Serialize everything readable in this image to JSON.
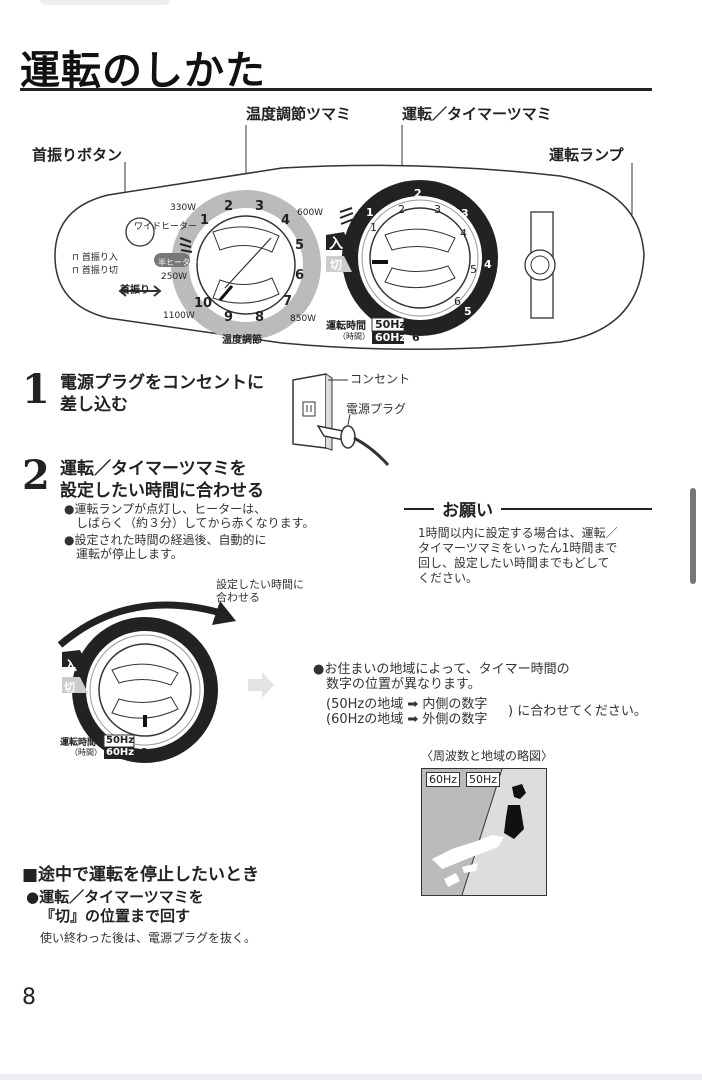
{
  "page": {
    "title": "運転のしかた",
    "page_number": "8"
  },
  "panel": {
    "callouts": {
      "temp_knob": "温度調節ツマミ",
      "timer_knob": "運転／タイマーツマミ",
      "swing_button": "首振りボタン",
      "lamp": "運転ランプ"
    },
    "swing": {
      "on": "首振り入",
      "off": "首振り切",
      "label": "首振り"
    },
    "temp_dial": {
      "numbers": [
        "1",
        "2",
        "3",
        "4",
        "5",
        "6",
        "7",
        "8",
        "9",
        "10"
      ],
      "w330": "330W",
      "wide_heater": "ワイドヒーター",
      "w600": "600W",
      "half_heater": "半ヒーター",
      "w250": "250W",
      "w1100": "1100W",
      "w850": "850W",
      "label": "温度調節"
    },
    "timer_dial": {
      "on": "入",
      "off": "切",
      "inner_numbers": [
        "1",
        "2",
        "3",
        "4",
        "5",
        "6"
      ],
      "outer_numbers": [
        "1",
        "2",
        "3",
        "4",
        "5",
        "6"
      ],
      "time_label": "運転時間",
      "time_sub": "（時間）",
      "hz50": "50Hz",
      "hz60": "60Hz",
      "six": "6"
    }
  },
  "step1": {
    "number": "1",
    "text_line1": "電源プラグをコンセントに",
    "text_line2": "差し込む",
    "outlet_label": "コンセント",
    "plug_label": "電源プラグ"
  },
  "step2": {
    "number": "2",
    "text_line1": "運転／タイマーツマミを",
    "text_line2": "設定したい時間に合わせる",
    "note1_line1": "●運転ランプが点灯し、ヒーターは、",
    "note1_line2": "しばらく（約３分）してから赤くなります。",
    "note2_line1": "●設定された時間の経過後、自動的に",
    "note2_line2": "運転が停止します。",
    "dial_caption_line1": "設定したい時間に",
    "dial_caption_line2": "合わせる"
  },
  "onegai": {
    "title": "お願い",
    "line1": "1時間以内に設定する場合は、運転／",
    "line2": "タイマーツマミをいったん1時間まで",
    "line3": "回し、設定したい時間までもどして",
    "line4": "ください。"
  },
  "region": {
    "line1": "●お住まいの地域によって、タイマー時間の",
    "line2": "数字の位置が異なります。",
    "hz50_text": "50Hzの地域",
    "hz50_result": "内側の数字",
    "hz60_text": "60Hzの地域",
    "hz60_result": "外側の数字",
    "suffix": "に合わせてください。",
    "map_title": "〈周波数と地域の略図〉",
    "map_hz60": "60Hz",
    "map_hz50": "50Hz"
  },
  "stop": {
    "heading": "■途中で運転を停止したいとき",
    "bullet_line1": "●運転／タイマーツマミを",
    "bullet_line2": "『切』の位置まで回す",
    "note": "使い終わった後は、電源プラグを抜く。"
  }
}
